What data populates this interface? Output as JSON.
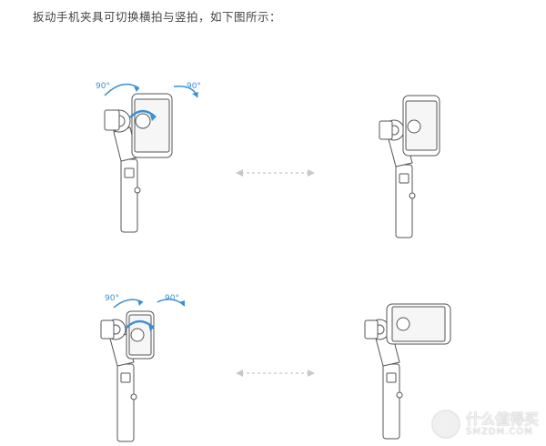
{
  "intro_text": "扳动手机夹具可切换横拍与竖拍，如下图所示：",
  "figures": {
    "top_left": {
      "angle_left": "90°",
      "angle_right": "90°"
    },
    "bottom_left": {
      "angle_left": "90°",
      "angle_right": "90°"
    }
  },
  "colors": {
    "accent": "#3a8fd6",
    "line": "#555555",
    "arrow": "#c8c8c8"
  },
  "watermark": {
    "cn": "什么值得买",
    "en": "SMZDM.COM"
  }
}
